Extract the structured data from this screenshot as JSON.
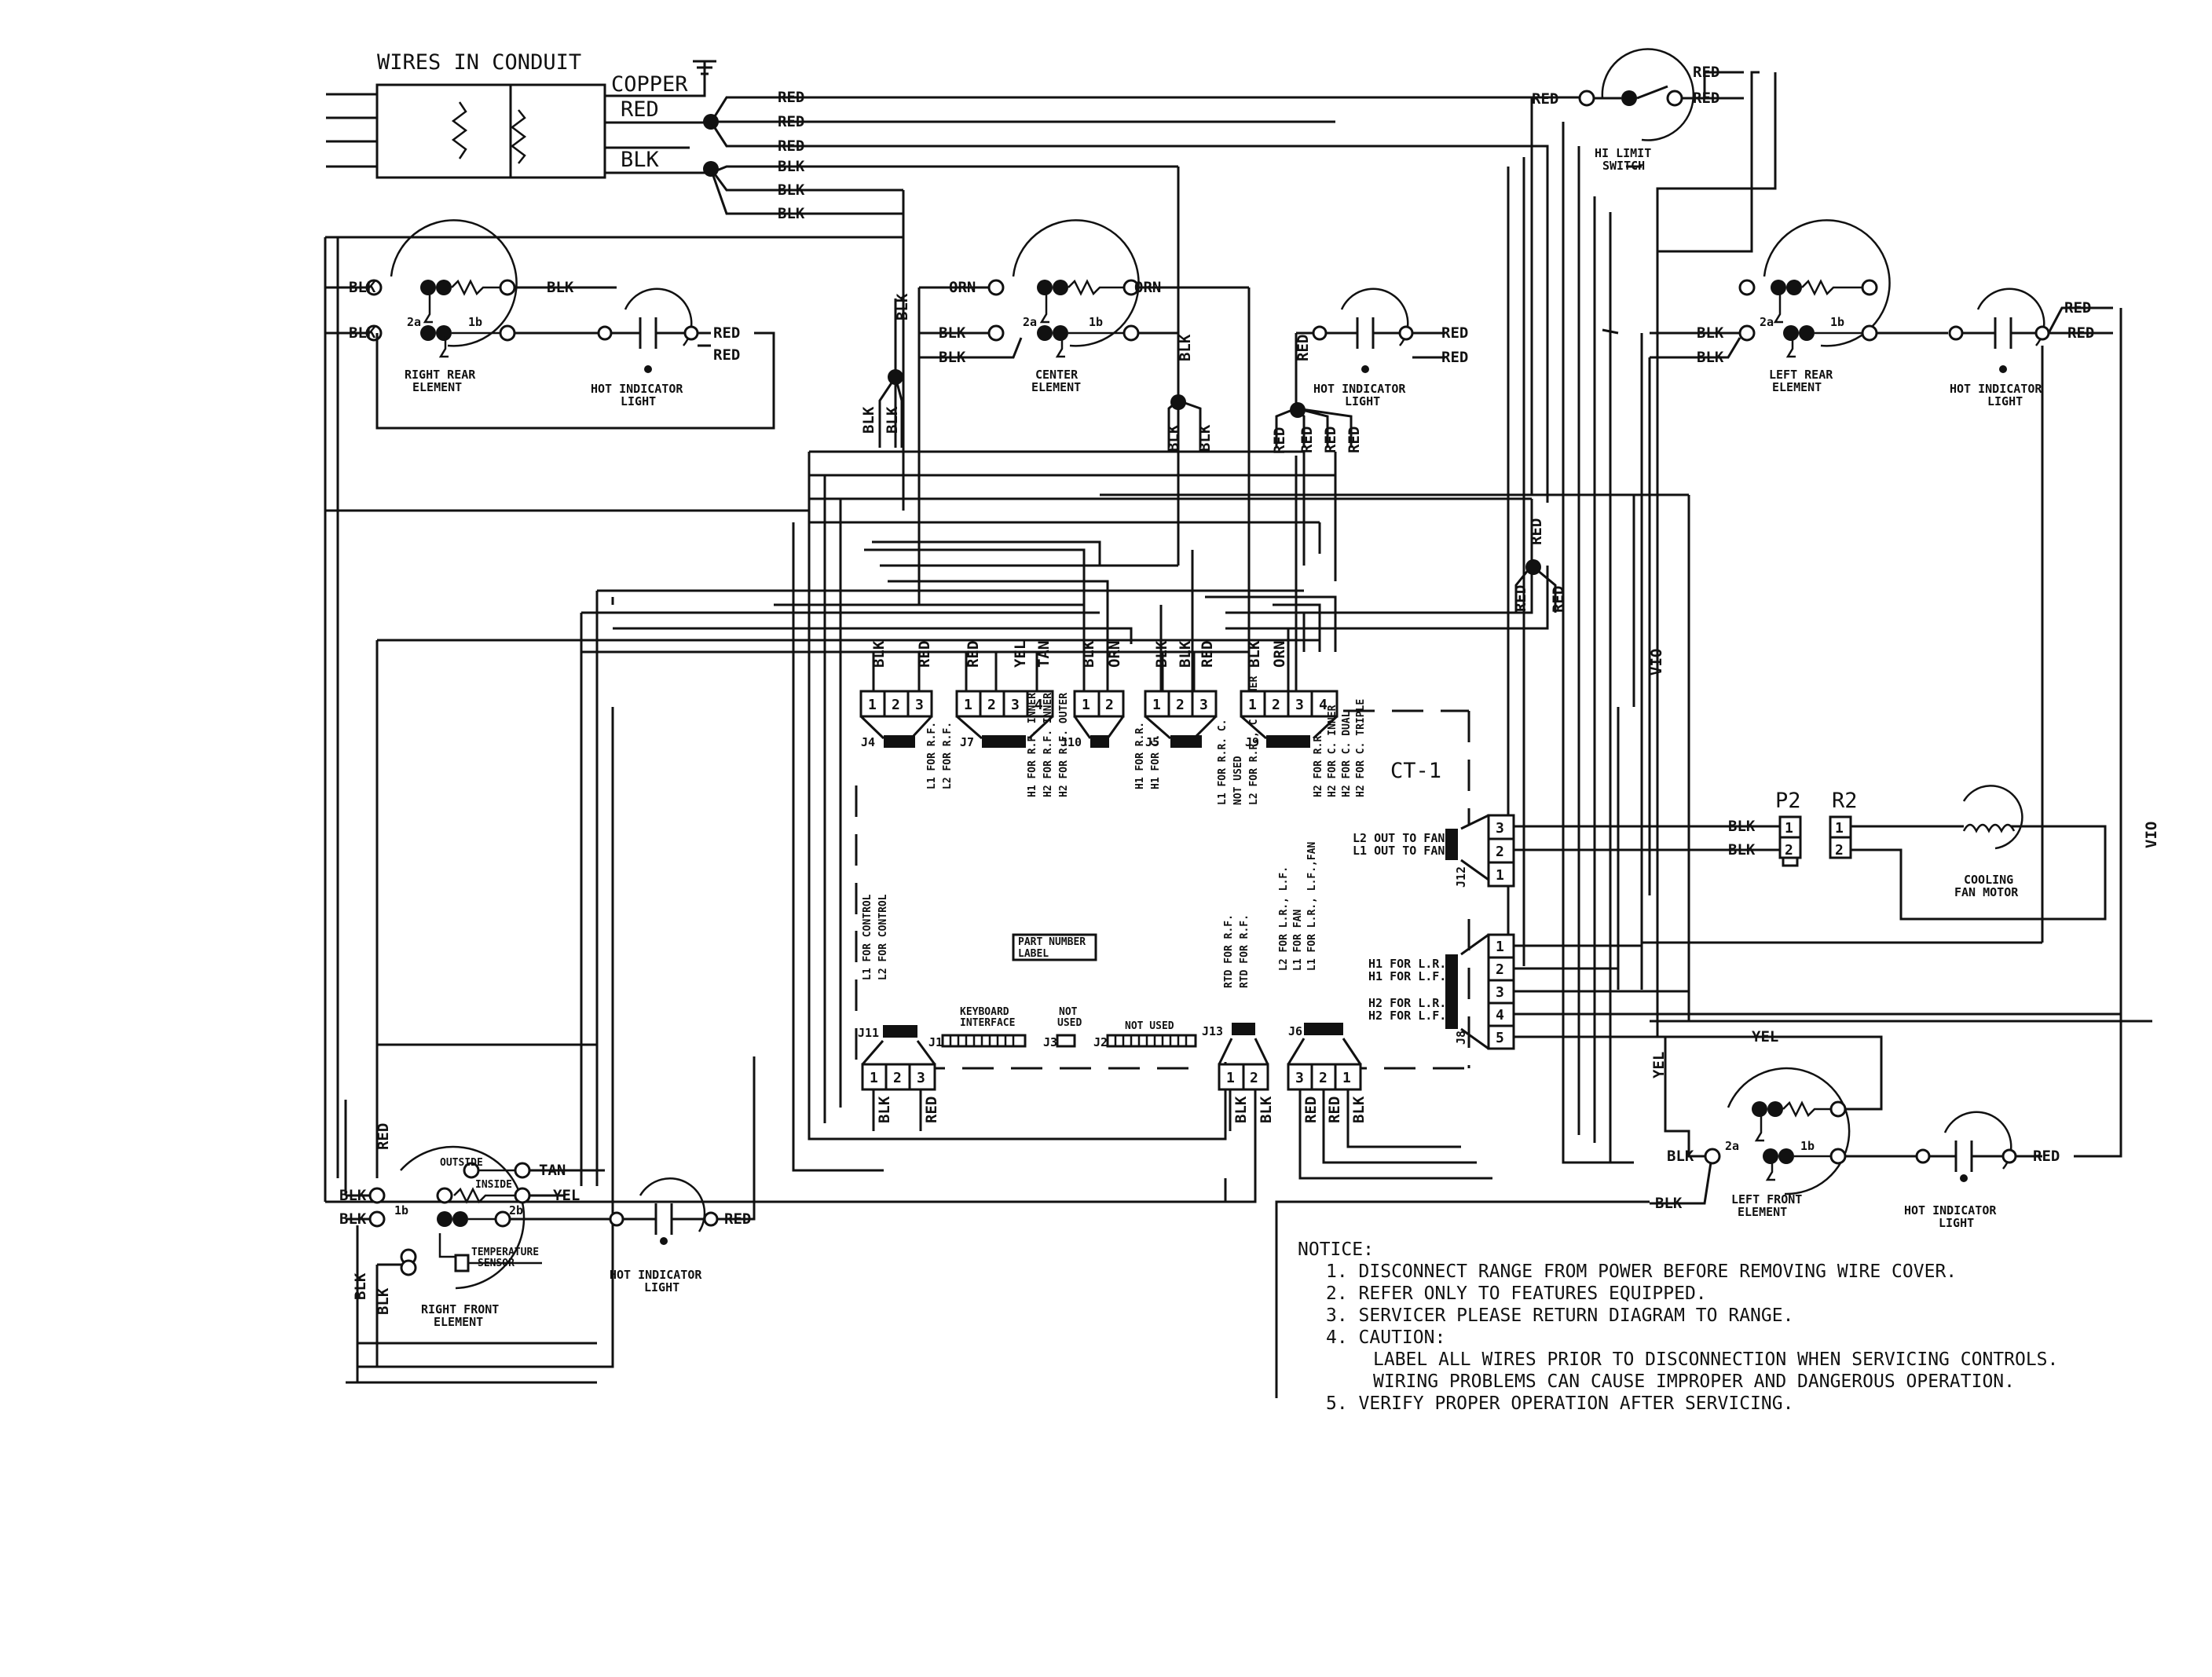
{
  "conduit": {
    "title": "WIRES IN CONDUIT",
    "copper": "COPPER",
    "red": "RED",
    "blk": "BLK"
  },
  "wire_colors": {
    "red": "RED",
    "blk": "BLK",
    "orn": "ORN",
    "yel": "YEL",
    "tan": "TAN",
    "vio": "VIO"
  },
  "components": {
    "hi_limit": [
      "HI LIMIT",
      "SWITCH"
    ],
    "right_rear": [
      "RIGHT REAR",
      "ELEMENT"
    ],
    "center": [
      "CENTER",
      "ELEMENT"
    ],
    "left_rear": [
      "LEFT REAR",
      "ELEMENT"
    ],
    "right_front": [
      "RIGHT FRONT",
      "ELEMENT"
    ],
    "left_front": [
      "LEFT FRONT",
      "ELEMENT"
    ],
    "hot_light": [
      "HOT INDICATOR",
      "LIGHT"
    ],
    "fan_motor": [
      "COOLING",
      "FAN MOTOR"
    ],
    "rf_outside": "OUTSIDE",
    "rf_inside": "INSIDE",
    "rf_temp": [
      "TEMPERATURE",
      "SENSOR"
    ],
    "terminal_2a": "2a",
    "terminal_1b": "1b",
    "terminal_2b": "2b"
  },
  "board": {
    "title": "CT-1",
    "part_label": [
      "PART NUMBER",
      "LABEL"
    ],
    "j4": {
      "id": "J4",
      "pins": [
        "1",
        "2",
        "3"
      ],
      "wires": [
        "BLK",
        "RED",
        ""
      ],
      "desc": [
        "L1 FOR R.F.",
        "L2 FOR R.F."
      ]
    },
    "j7": {
      "id": "J7",
      "pins": [
        "1",
        "2",
        "3",
        "4"
      ],
      "wires": [
        "RED",
        "",
        "YEL",
        "TAN"
      ],
      "desc": [
        "H1 FOR R.F. INNER",
        "H2 FOR R.F. INNER",
        "H2 FOR R.F. OUTER"
      ]
    },
    "j10": {
      "id": "J10",
      "pins": [
        "1",
        "2"
      ],
      "wires": [
        "BLK",
        "ORN"
      ],
      "desc": [
        "H1 FOR R.R.",
        "H1 FOR C."
      ]
    },
    "j5": {
      "id": "J5",
      "pins": [
        "1",
        "2",
        "3"
      ],
      "wires": [
        "BLK",
        "BLK",
        "RED"
      ],
      "desc": [
        "L1 FOR R.R. C.",
        "NOT USED",
        "L2 FOR R.R., C. INNER"
      ]
    },
    "j9": {
      "id": "J9",
      "pins": [
        "1",
        "2",
        "3",
        "4"
      ],
      "wires": [
        "BLK",
        "ORN",
        "",
        ""
      ],
      "desc": [
        "H2 FOR R.R.",
        "H2 FOR C. INNER",
        "H2 FOR C. DUAL",
        "H2 FOR C. TRIPLE"
      ]
    },
    "j11": {
      "id": "J11",
      "pins": [
        "1",
        "2",
        "3"
      ],
      "wires": [
        "BLK",
        "RED"
      ],
      "desc": [
        "L1 FOR CONTROL",
        "L2 FOR CONTROL"
      ]
    },
    "j1": {
      "id": "J1",
      "desc": [
        "KEYBOARD",
        "INTERFACE"
      ]
    },
    "j3": {
      "id": "J3",
      "desc": [
        "NOT",
        "USED"
      ]
    },
    "j2": {
      "id": "J2",
      "desc": "NOT USED"
    },
    "j13": {
      "id": "J13",
      "pins": [
        "1",
        "2"
      ],
      "wires": [
        "BLK",
        "BLK"
      ],
      "desc": [
        "RTD FOR R.F.",
        "RTD FOR R.F."
      ]
    },
    "j6": {
      "id": "J6",
      "pins": [
        "3",
        "2",
        "1"
      ],
      "wires": [
        "RED",
        "RED",
        "BLK"
      ],
      "desc": [
        "L2 FOR L.R., L.F.",
        "L1 FOR FAN",
        "L1 FOR L.R., L.F.,FAN"
      ]
    },
    "j12": {
      "id": "J12",
      "pins": [
        "3",
        "2",
        "1"
      ],
      "wires": [
        "BLK",
        "BLK"
      ],
      "desc": [
        "L2 OUT TO FAN",
        "L1 OUT TO FAN"
      ]
    },
    "j8": {
      "id": "J8",
      "pins": [
        "1",
        "2",
        "3",
        "4",
        "5"
      ],
      "desc": [
        "H1 FOR L.R.",
        "H1 FOR L.F.",
        "H2 FOR L.R.",
        "H2 FOR L.F."
      ]
    },
    "p2": "P2",
    "r2": "R2"
  },
  "notice": {
    "heading": "NOTICE:",
    "items": [
      "1.  DISCONNECT RANGE FROM POWER BEFORE REMOVING WIRE COVER.",
      "2.  REFER ONLY TO FEATURES EQUIPPED.",
      "3.  SERVICER PLEASE RETURN DIAGRAM TO RANGE.",
      "4.  CAUTION:",
      "LABEL ALL WIRES PRIOR TO DISCONNECTION WHEN SERVICING CONTROLS.",
      "WIRING  PROBLEMS CAN CAUSE IMPROPER AND DANGEROUS OPERATION.",
      "5.  VERIFY PROPER OPERATION AFTER SERVICING."
    ]
  }
}
